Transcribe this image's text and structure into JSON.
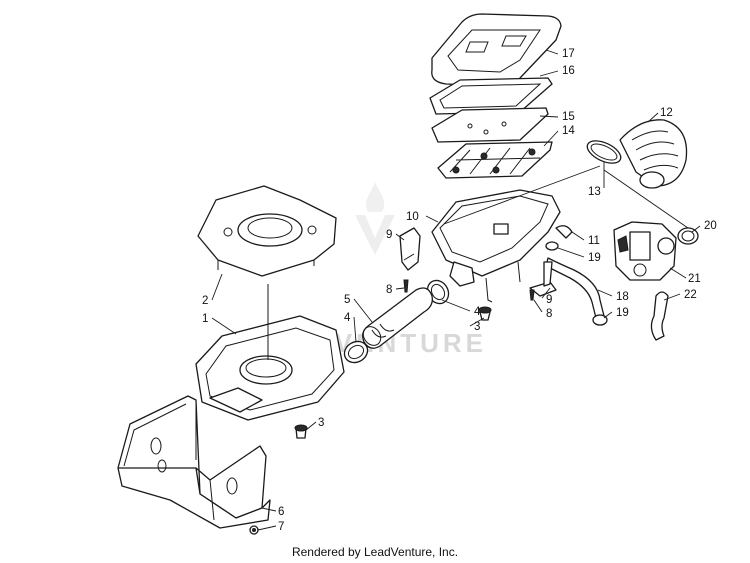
{
  "diagram": {
    "watermark": "LEADVENTURE",
    "callouts": [
      {
        "id": "c1",
        "label": "1"
      },
      {
        "id": "c2",
        "label": "2"
      },
      {
        "id": "c3a",
        "label": "3"
      },
      {
        "id": "c3b",
        "label": "3"
      },
      {
        "id": "c4a",
        "label": "4"
      },
      {
        "id": "c4b",
        "label": "4"
      },
      {
        "id": "c5",
        "label": "5"
      },
      {
        "id": "c6",
        "label": "6"
      },
      {
        "id": "c7",
        "label": "7"
      },
      {
        "id": "c8a",
        "label": "8"
      },
      {
        "id": "c8b",
        "label": "8"
      },
      {
        "id": "c9a",
        "label": "9"
      },
      {
        "id": "c9b",
        "label": "9"
      },
      {
        "id": "c10",
        "label": "10"
      },
      {
        "id": "c11",
        "label": "11"
      },
      {
        "id": "c12",
        "label": "12"
      },
      {
        "id": "c13",
        "label": "13"
      },
      {
        "id": "c14",
        "label": "14"
      },
      {
        "id": "c15",
        "label": "15"
      },
      {
        "id": "c16",
        "label": "16"
      },
      {
        "id": "c17",
        "label": "17"
      },
      {
        "id": "c18",
        "label": "18"
      },
      {
        "id": "c19a",
        "label": "19"
      },
      {
        "id": "c19b",
        "label": "19"
      },
      {
        "id": "c20",
        "label": "20"
      },
      {
        "id": "c21",
        "label": "21"
      },
      {
        "id": "c22",
        "label": "22"
      }
    ]
  },
  "footer": {
    "text": "Rendered by LeadVenture, Inc."
  }
}
